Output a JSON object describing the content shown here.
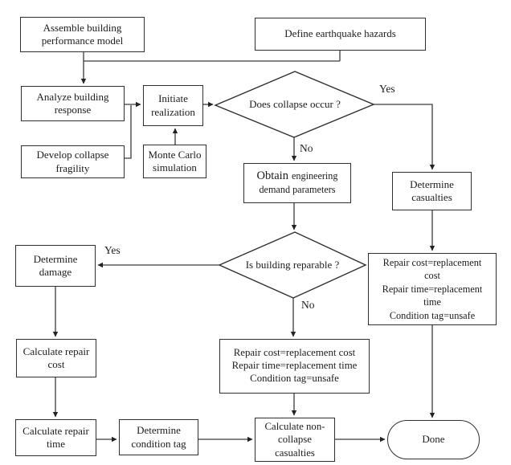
{
  "flowchart": {
    "nodes": {
      "assemble_building": {
        "lines": [
          "Assemble building",
          "performance model"
        ]
      },
      "define_hazards": {
        "label": "Define earthquake hazards"
      },
      "analyze_response": {
        "lines": [
          "Analyze building",
          "response"
        ]
      },
      "initiate_realization": {
        "lines": [
          "Initiate",
          "realization"
        ]
      },
      "develop_fragility": {
        "lines": [
          "Develop collapse",
          "fragility"
        ]
      },
      "monte_carlo": {
        "lines": [
          "Monte Carlo",
          "simulation"
        ]
      },
      "collapse_decision": {
        "label": "Does collapse occur ?"
      },
      "obtain_edp": {
        "word_large": "Obtain",
        "word_small": "engineering",
        "line2": "demand parameters"
      },
      "determine_casualties": {
        "lines": [
          "Determine",
          "casualties"
        ]
      },
      "reparable_decision": {
        "label": "Is building reparable ?"
      },
      "determine_damage": {
        "lines": [
          "Determine",
          "damage"
        ]
      },
      "repair_replacement_collapse": {
        "lines": [
          "Repair cost=replacement",
          "cost",
          "Repair time=replacement",
          "time",
          "Condition tag=unsafe"
        ]
      },
      "calculate_repair_cost": {
        "lines": [
          "Calculate repair",
          "cost"
        ]
      },
      "repair_replacement_irreparable": {
        "lines": [
          "Repair cost=replacement cost",
          "Repair time=replacement time",
          "Condition tag=unsafe"
        ]
      },
      "calculate_repair_time": {
        "lines": [
          "Calculate repair",
          "time"
        ]
      },
      "determine_condition_tag": {
        "lines": [
          "Determine",
          "condition tag"
        ]
      },
      "noncollapse_casualties": {
        "lines": [
          "Calculate non-",
          "collapse",
          "casualties"
        ]
      },
      "done": {
        "label": "Done"
      }
    },
    "edge_labels": {
      "collapse_yes": "Yes",
      "collapse_no": "No",
      "reparable_yes": "Yes",
      "reparable_no": "No"
    },
    "colors": {
      "line": "#3a3a3a",
      "text": "#1c1c1c",
      "box_fill": "#ffffff",
      "background": "#ffffff"
    }
  }
}
